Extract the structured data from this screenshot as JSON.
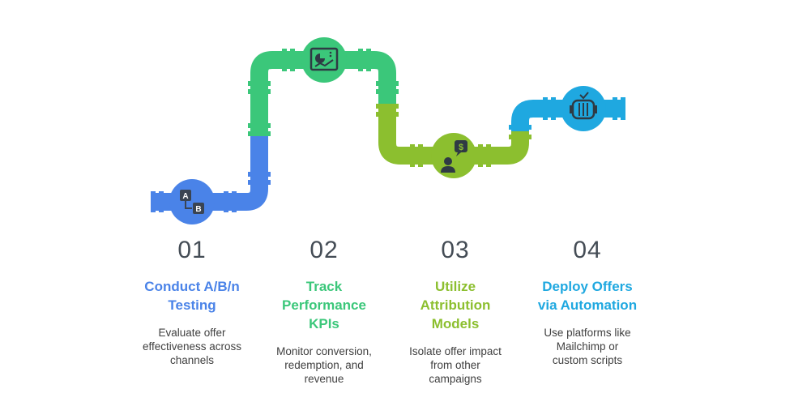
{
  "colors": {
    "blue": "#4a83e8",
    "green": "#3bc77a",
    "lime": "#8cbf2f",
    "cyan": "#1fa8e0"
  },
  "steps": [
    {
      "number": "01",
      "title_lines": [
        "Conduct A/B/n",
        "Testing"
      ],
      "desc_lines": [
        "Evaluate offer",
        "effectiveness across",
        "channels"
      ],
      "icon": "ab-test-icon"
    },
    {
      "number": "02",
      "title_lines": [
        "Track",
        "Performance",
        "KPIs"
      ],
      "desc_lines": [
        "Monitor conversion,",
        "redemption, and",
        "revenue"
      ],
      "icon": "dashboard-chart-icon"
    },
    {
      "number": "03",
      "title_lines": [
        "Utilize",
        "Attribution",
        "Models"
      ],
      "desc_lines": [
        "Isolate offer impact",
        "from other",
        "campaigns"
      ],
      "icon": "person-dollar-icon"
    },
    {
      "number": "04",
      "title_lines": [
        "Deploy Offers",
        "via Automation"
      ],
      "desc_lines": [
        "Use platforms like",
        "Mailchimp or",
        "custom scripts"
      ],
      "icon": "automation-robot-icon"
    }
  ]
}
